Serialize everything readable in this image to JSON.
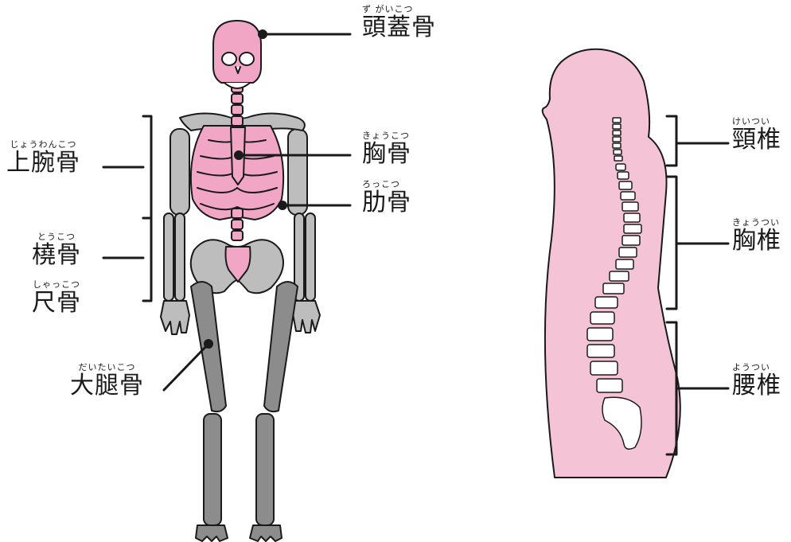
{
  "colors": {
    "pink": "#f4c3d6",
    "bone_pink": "#f2a6c6",
    "gray_light": "#bdbdbd",
    "gray_dark": "#8c8c8c",
    "outline": "#1a1a1a"
  },
  "skeleton": {
    "labels": {
      "skull": {
        "ruby": "ず がいこつ",
        "text": "頭蓋骨"
      },
      "sternum": {
        "ruby": "きょうこつ",
        "text": "胸骨"
      },
      "rib": {
        "ruby": "ろっこつ",
        "text": "肋骨"
      },
      "humerus": {
        "ruby": "じょうわんこつ",
        "text": "上腕骨"
      },
      "radius": {
        "ruby": "とうこつ",
        "text": "橈骨"
      },
      "ulna": {
        "ruby": "しゃっこつ",
        "text": "尺骨"
      },
      "femur": {
        "ruby": "だいたいこつ",
        "text": "大腿骨"
      }
    }
  },
  "spine": {
    "labels": {
      "cervical": {
        "ruby": "けいつい",
        "text": "頸椎"
      },
      "thoracic": {
        "ruby": "きょうつい",
        "text": "胸椎"
      },
      "lumbar": {
        "ruby": "ようつい",
        "text": "腰椎"
      }
    }
  }
}
